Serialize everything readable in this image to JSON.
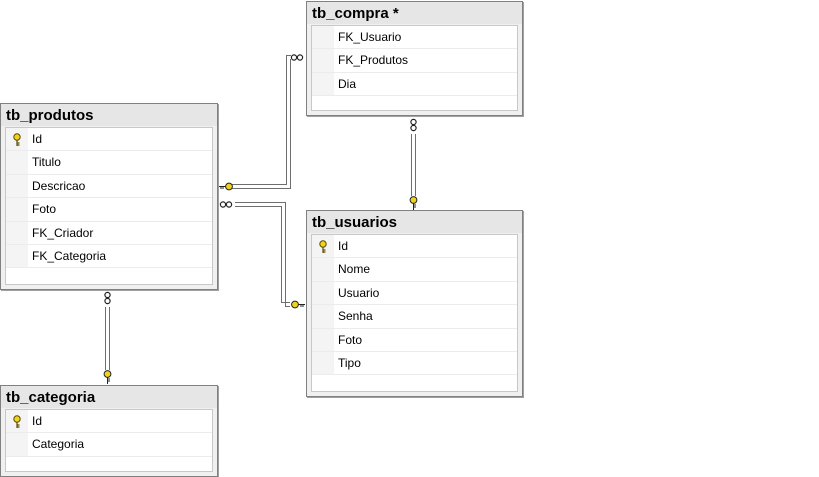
{
  "tables": {
    "tb_compra": {
      "title": "tb_compra *",
      "columns": [
        "FK_Usuario",
        "FK_Produtos",
        "Dia"
      ]
    },
    "tb_produtos": {
      "title": "tb_produtos",
      "columns": [
        "Id",
        "Titulo",
        "Descricao",
        "Foto",
        "FK_Criador",
        "FK_Categoria"
      ]
    },
    "tb_usuarios": {
      "title": "tb_usuarios",
      "columns": [
        "Id",
        "Nome",
        "Usuario",
        "Senha",
        "Foto",
        "Tipo"
      ]
    },
    "tb_categoria": {
      "title": "tb_categoria",
      "columns": [
        "Id",
        "Categoria"
      ]
    }
  },
  "icons": {
    "primary_key": "key-icon",
    "one_end": "key-endpoint-icon",
    "many_end": "infinity-endpoint-icon"
  },
  "colors": {
    "key": "#f2d31b",
    "line": "#6e6e6e"
  }
}
